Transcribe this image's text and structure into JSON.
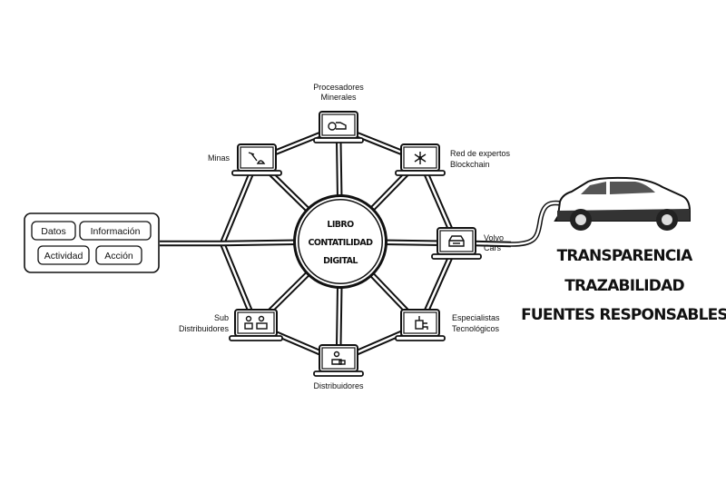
{
  "center": {
    "line1": "LIBRO",
    "line2": "CONTATILIDAD",
    "line3": "DIGITAL"
  },
  "nodes": {
    "procesadores": {
      "line1": "Procesadores",
      "line2": "Minerales",
      "icon": "ore-processing-icon"
    },
    "minas": {
      "line1": "Minas",
      "icon": "pickaxe-icon"
    },
    "red": {
      "line1": "Red de expertos",
      "line2": "Blockchain",
      "icon": "network-icon"
    },
    "volvo": {
      "line1": "Volvo",
      "line2": "Cars",
      "icon": "car-icon"
    },
    "especialistas": {
      "line1": "Especialistas",
      "line2": "Tecnológicos",
      "icon": "circuit-icon"
    },
    "distribuidores": {
      "line1": "Distribuidores",
      "icon": "person-box-icon"
    },
    "sub": {
      "line1": "Sub",
      "line2": "Distribuidores",
      "icon": "people-boxes-icon"
    }
  },
  "data_box": {
    "items": [
      "Datos",
      "Información",
      "Actividad",
      "Acción"
    ]
  },
  "outcomes": [
    "TRANSPARENCIA",
    "TRAZABILIDAD",
    "FUENTES RESPONSABLES"
  ]
}
